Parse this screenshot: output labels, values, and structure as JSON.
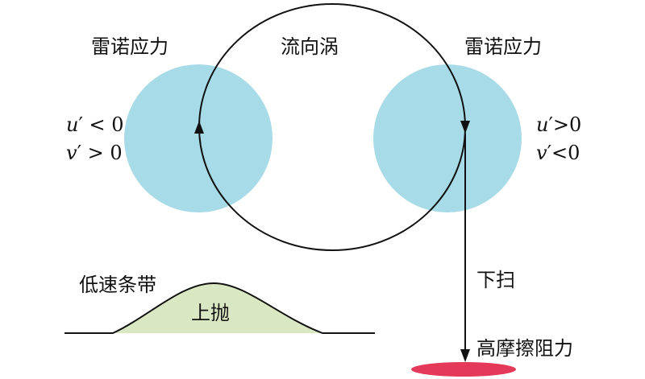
{
  "labels": {
    "reynolds_left": "雷诺应力",
    "vortex": "流向涡",
    "reynolds_right": "雷诺应力",
    "low_speed_streak": "低速条带",
    "ejection": "上抛",
    "sweep": "下扫",
    "high_friction": "高摩擦阻力"
  },
  "left_signs": {
    "u_var": "u",
    "u_prime": "′",
    "u_rel": " < 0",
    "v_var": "v",
    "v_prime": "′",
    "v_rel": " > 0"
  },
  "right_signs": {
    "u_var": "u",
    "u_prime": "′",
    "u_rel": ">0",
    "v_var": "v",
    "v_prime": "′",
    "v_rel": "<0"
  },
  "colors": {
    "blob_blue": "#a8dbe8",
    "streak_green": "#d9e8c2",
    "friction_red": "#e5395a",
    "line": "#111111"
  },
  "icons": {
    "vortex_arrow_left": "arrow-up-icon",
    "vortex_arrow_right": "arrow-down-icon",
    "sweep_arrow": "arrow-down-icon"
  }
}
